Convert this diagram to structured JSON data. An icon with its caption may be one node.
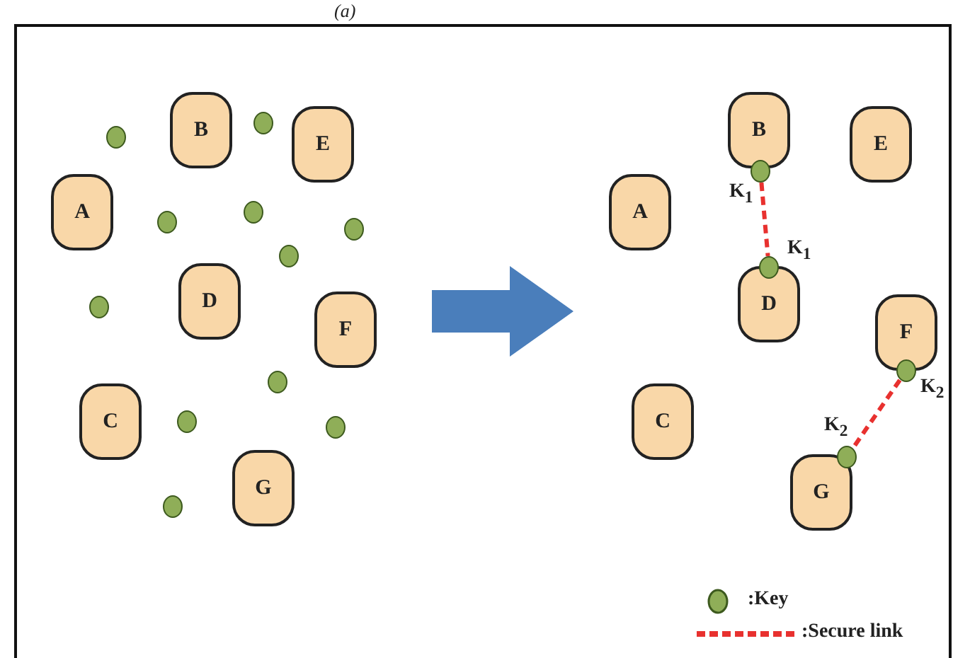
{
  "diagram": {
    "caption": "(a)",
    "nodes": [
      {
        "text": [
          "B"
        ]
      },
      {
        "text": [
          "E"
        ]
      },
      {
        "text": [
          "A"
        ]
      },
      {
        "text": [
          "D"
        ]
      },
      {
        "text": [
          "F"
        ]
      },
      {
        "text": [
          "C"
        ]
      },
      {
        "text": [
          "G"
        ]
      },
      {
        "text": [],
        "shape": "circle"
      },
      {
        "text": [],
        "shape": "circle"
      },
      {
        "text": [],
        "shape": "circle"
      },
      {
        "text": [],
        "shape": "circle"
      },
      {
        "text": [],
        "shape": "circle"
      },
      {
        "text": [],
        "shape": "circle"
      },
      {
        "text": [],
        "shape": "circle"
      },
      {
        "text": [],
        "shape": "circle"
      },
      {
        "text": [],
        "shape": "circle"
      },
      {
        "text": [],
        "shape": "circle"
      },
      {
        "text": [],
        "shape": "circle"
      },
      {
        "text": [
          "B"
        ]
      },
      {
        "text": [
          "E"
        ]
      },
      {
        "text": [
          "A"
        ]
      },
      {
        "text": [
          "D"
        ]
      },
      {
        "text": [
          "F"
        ]
      },
      {
        "text": [
          "C"
        ]
      },
      {
        "text": [
          "G"
        ]
      },
      {
        "text": [],
        "shape": "circle",
        "beside": [
          "K$_{1}$"
        ]
      },
      {
        "text": [],
        "shape": "circle",
        "beside": [
          "K$_{1}$"
        ]
      },
      {
        "text": [],
        "shape": "circle",
        "beside": [
          "K$_{2}$"
        ]
      },
      {
        "text": [],
        "shape": "circle",
        "beside": [
          "K$_{2}$"
        ]
      }
    ],
    "edges": [
      {
        "from": 25,
        "to": 26,
        "arrow": "none",
        "style": "dashed",
        "color": "#e8312f"
      },
      {
        "from": 27,
        "to": 28,
        "arrow": "none",
        "style": "dashed",
        "color": "#e8312f"
      }
    ],
    "legend": [
      {
        "text": ":Key"
      },
      {
        "text": ":Secure link"
      }
    ]
  }
}
